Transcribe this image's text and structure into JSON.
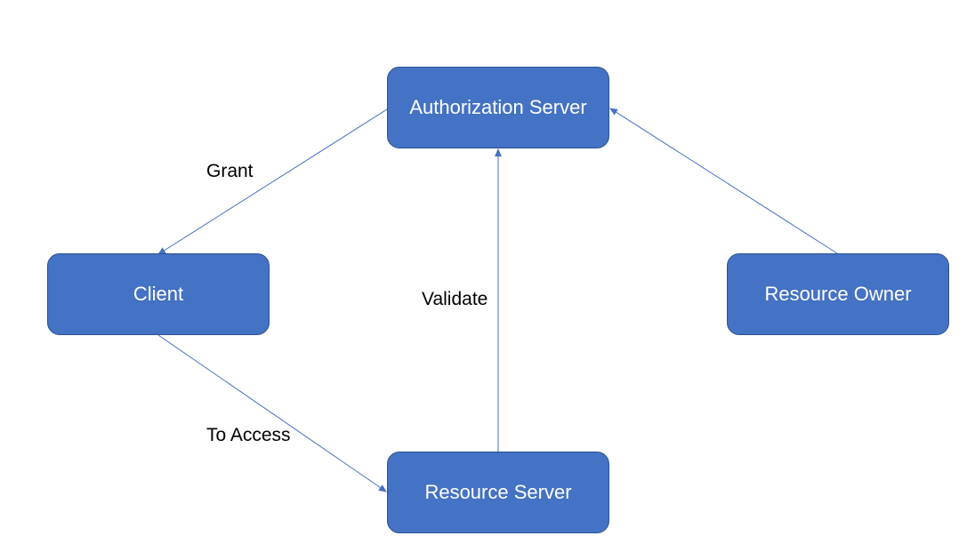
{
  "colors": {
    "node_fill": "#4472c4",
    "node_border": "#2f528f",
    "node_text": "#ffffff",
    "connector": "#4472c4",
    "label_text": "#000000"
  },
  "nodes": {
    "authorization_server": "Authorization Server",
    "client": "Client",
    "resource_owner": "Resource Owner",
    "resource_server": "Resource Server"
  },
  "edges": [
    {
      "from": "authorization_server",
      "to": "client",
      "label": "Grant"
    },
    {
      "from": "client",
      "to": "resource_server",
      "label": "To Access"
    },
    {
      "from": "resource_server",
      "to": "authorization_server",
      "label": "Validate"
    },
    {
      "from": "resource_owner",
      "to": "authorization_server",
      "label": ""
    }
  ],
  "labels": {
    "grant": "Grant",
    "validate": "Validate",
    "to_access": "To Access"
  }
}
